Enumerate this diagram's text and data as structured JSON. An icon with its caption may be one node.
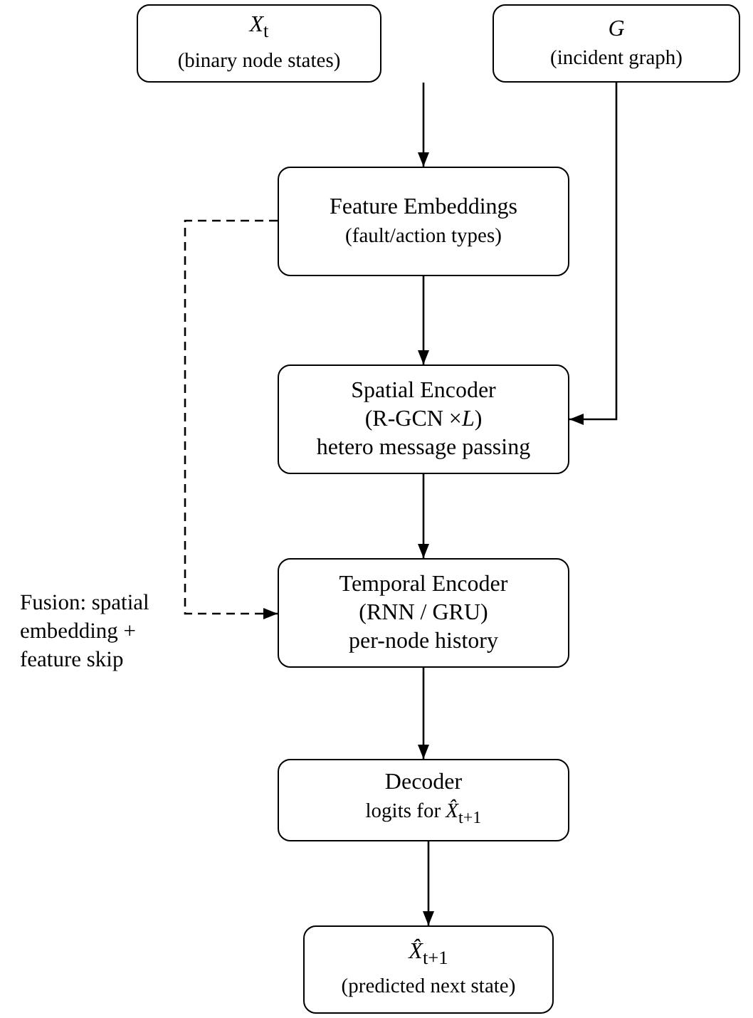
{
  "diagram": {
    "nodes": [
      {
        "text": [
          "*X*$_{t}$",
          "(binary node states)"
        ]
      },
      {
        "text": [
          "*G*",
          "(incident graph)"
        ]
      },
      {
        "text": [
          "Feature Embeddings",
          "(fault/action types)"
        ]
      },
      {
        "text": [
          "Spatial Encoder",
          "(R-GCN ×*L*)",
          "hetero message passing"
        ]
      },
      {
        "text": [
          "Temporal Encoder",
          "(RNN / GRU)",
          "per-node history"
        ]
      },
      {
        "text": [
          "Decoder",
          "logits for *X̂*$_{t+1}$"
        ]
      },
      {
        "text": [
          "*X̂*$_{t+1}$",
          "(predicted next state)"
        ]
      }
    ],
    "edges": [
      {
        "from": 0,
        "to": 2,
        "arrow": "to"
      },
      {
        "from": 1,
        "to": 3,
        "arrow": "to"
      },
      {
        "from": 2,
        "to": 3,
        "arrow": "to"
      },
      {
        "from": 3,
        "to": 4,
        "arrow": "to"
      },
      {
        "from": 2,
        "to": 4,
        "arrow": "to",
        "style": "dashed",
        "label": "Fusion: spatial embedding + feature skip"
      },
      {
        "from": 4,
        "to": 5,
        "arrow": "to"
      },
      {
        "from": 5,
        "to": 6,
        "arrow": "to"
      }
    ]
  }
}
